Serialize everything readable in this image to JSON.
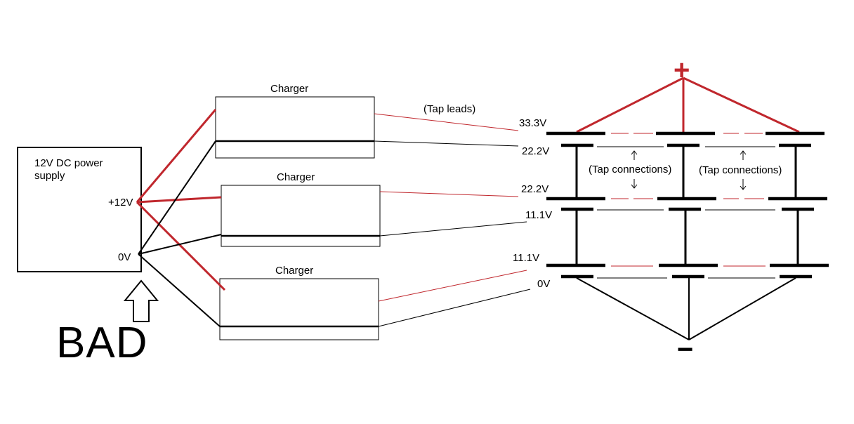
{
  "power_supply": {
    "title_line1": "12V DC power",
    "title_line2": "supply",
    "pos_label": "+12V",
    "zero_label": "0V"
  },
  "warning": {
    "text": "BAD",
    "arrow_icon": "up-arrow-icon"
  },
  "chargers": [
    {
      "label": "Charger"
    },
    {
      "label": "Charger"
    },
    {
      "label": "Charger"
    }
  ],
  "tap_leads_label": "(Tap leads)",
  "voltages": {
    "v1": "33.3V",
    "v2": "22.2V",
    "v3": "22.2V",
    "v4": "11.1V",
    "v5": "11.1V",
    "v6": "0V"
  },
  "tap_connections": [
    "(Tap connections)",
    "(Tap connections)"
  ],
  "terminals": {
    "plus": "+",
    "minus": "−"
  },
  "colors": {
    "positive": "#c0272d",
    "negative": "#000000"
  }
}
